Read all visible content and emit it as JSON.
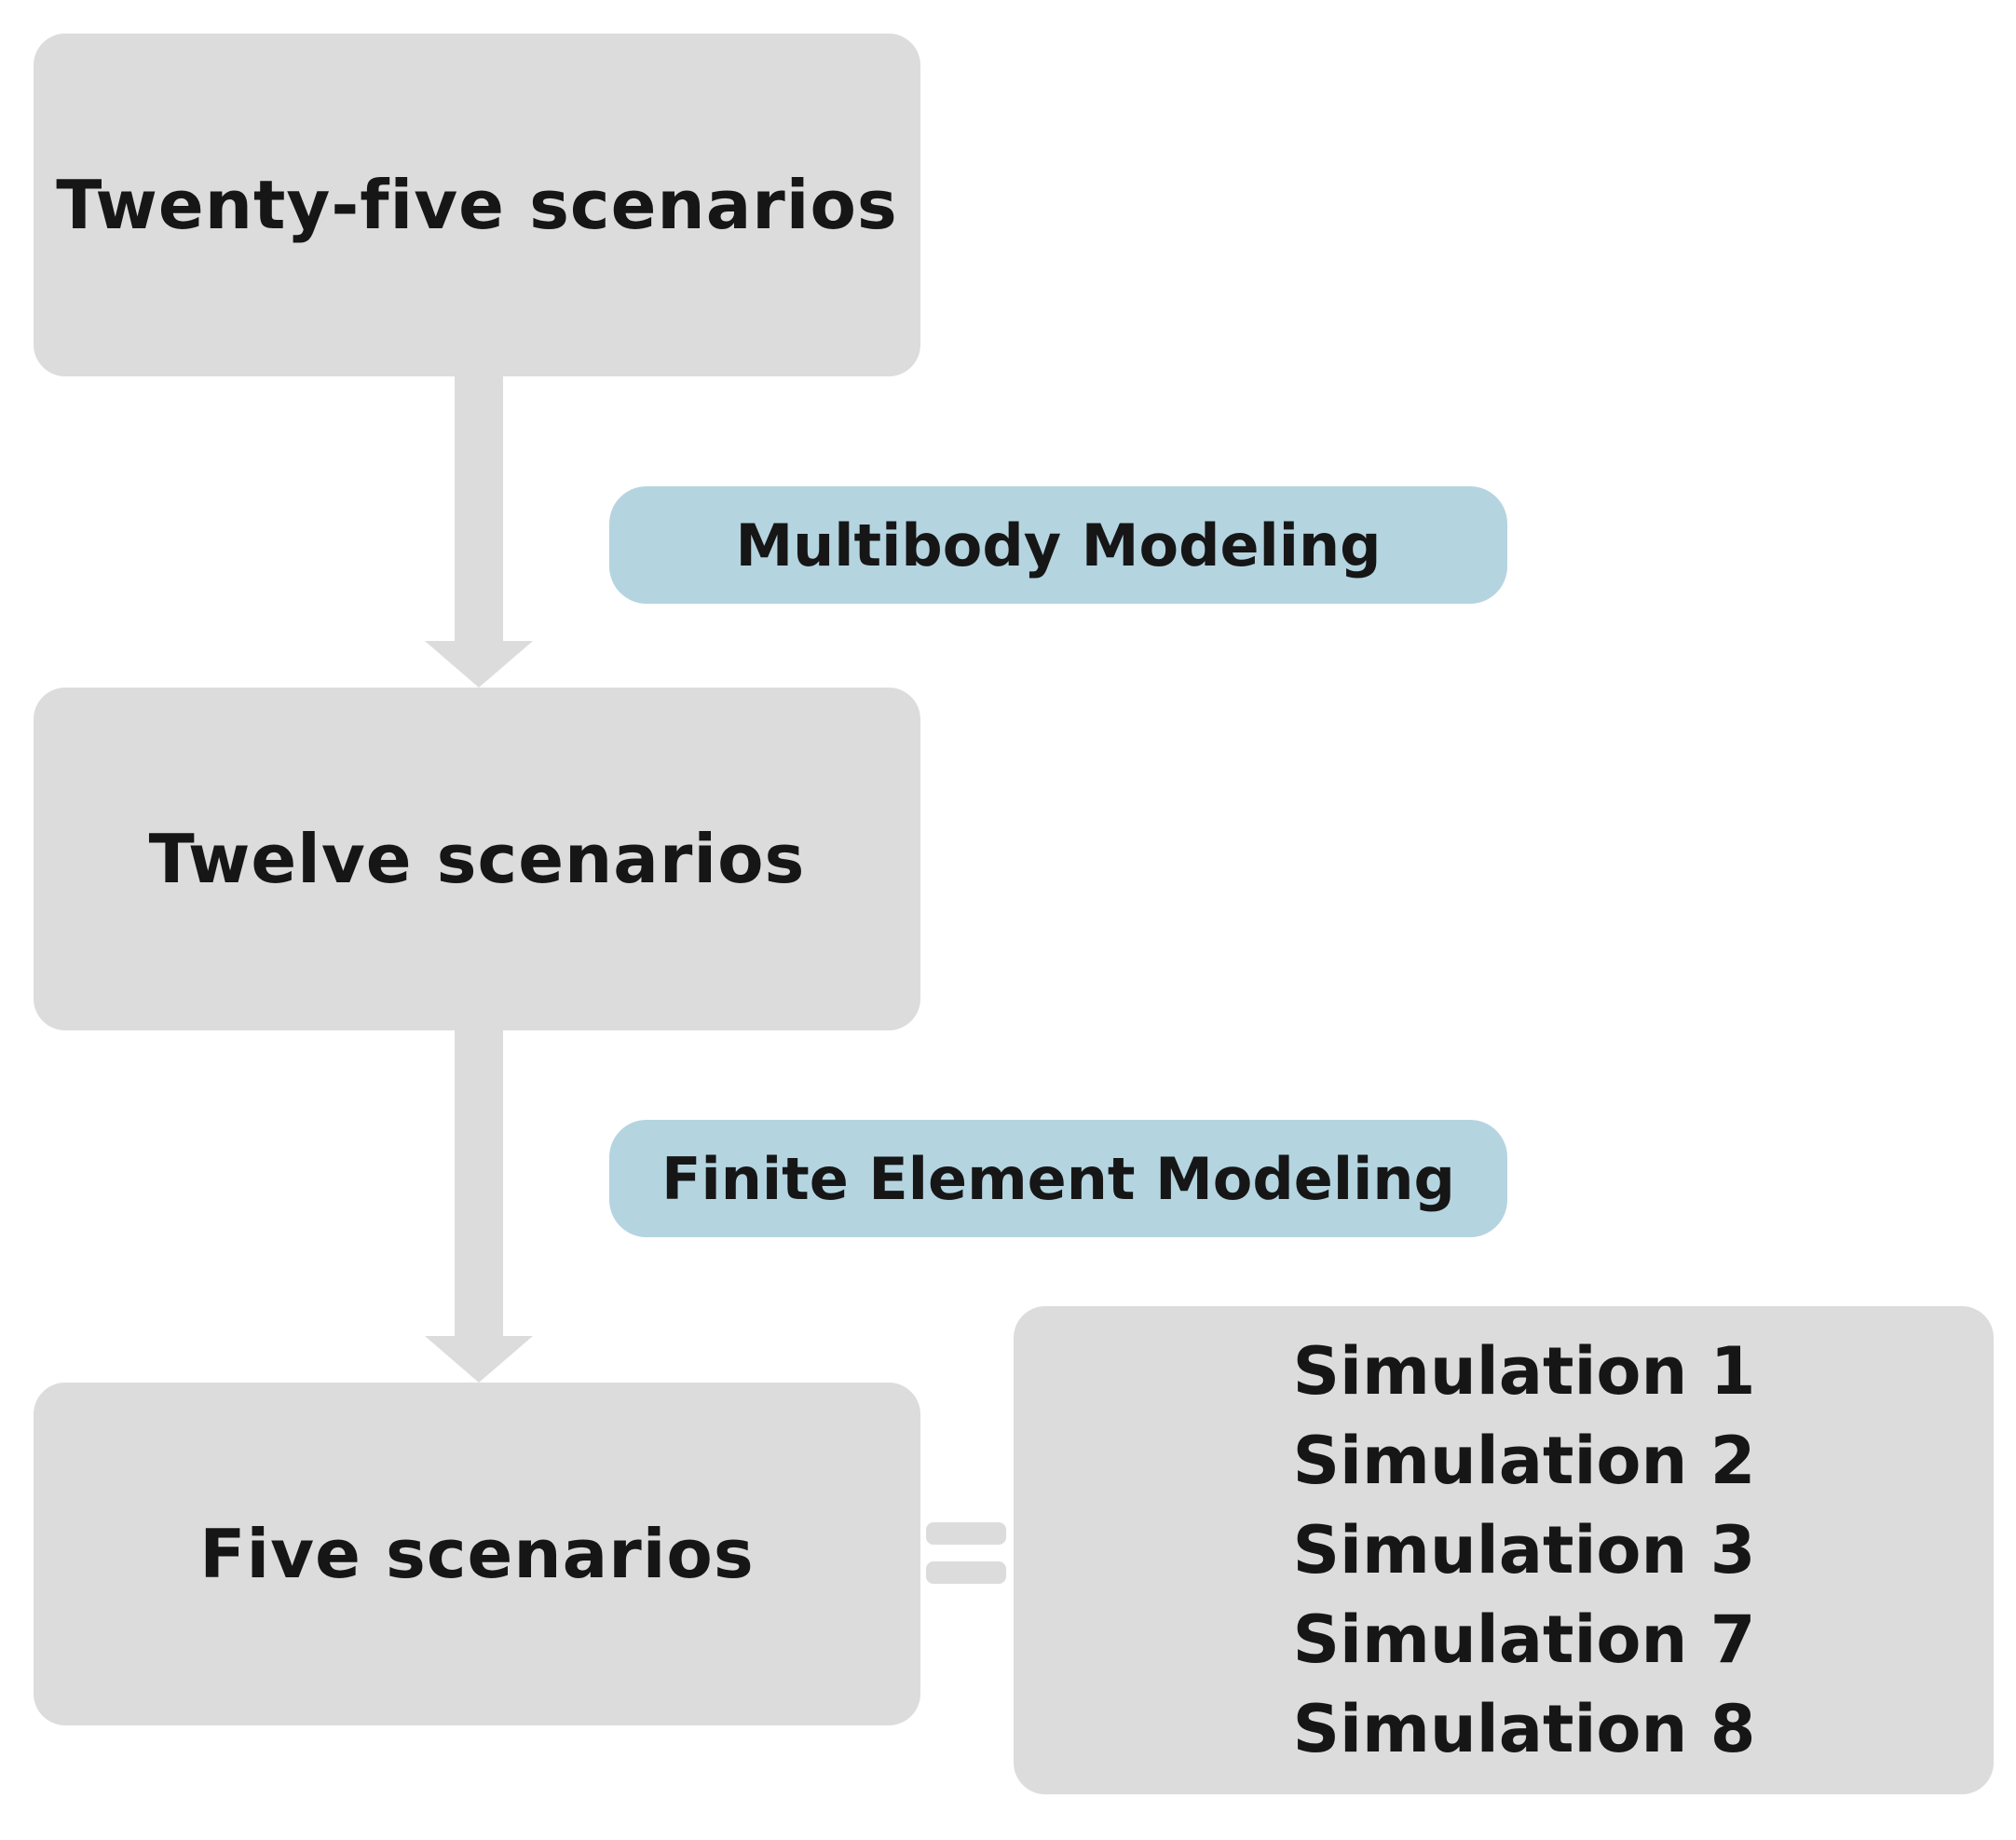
{
  "diagram": {
    "scenario_boxes": [
      {
        "label": "Twenty-five scenarios"
      },
      {
        "label": "Twelve scenarios"
      },
      {
        "label": "Five scenarios"
      }
    ],
    "methods": [
      {
        "label": "Multibody Modeling"
      },
      {
        "label": "Finite Element Modeling"
      }
    ],
    "simulations": [
      "Simulation 1",
      "Simulation 2",
      "Simulation 3",
      "Simulation 7",
      "Simulation 8"
    ]
  },
  "colors": {
    "box_fill": "#dcdcdc",
    "method_fill": "#b4d4e0",
    "text": "#161616",
    "arrow": "#dcdcdc",
    "background": "#ffffff"
  }
}
